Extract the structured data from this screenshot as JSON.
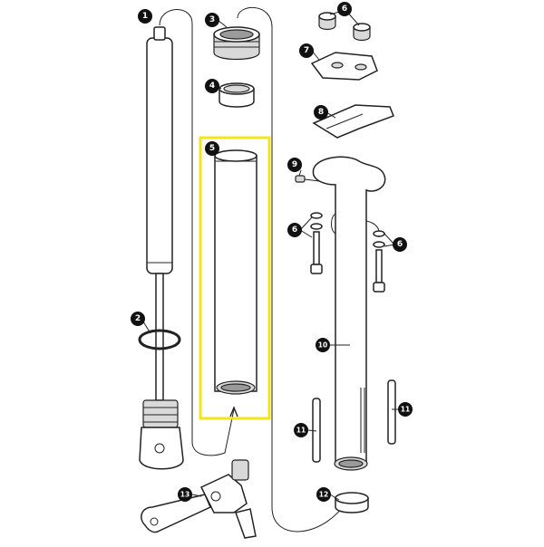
{
  "callouts": [
    {
      "id": "c1",
      "label": "1"
    },
    {
      "id": "c2",
      "label": "2"
    },
    {
      "id": "c3",
      "label": "3"
    },
    {
      "id": "c4",
      "label": "4"
    },
    {
      "id": "c5",
      "label": "5"
    },
    {
      "id": "c6a",
      "label": "6"
    },
    {
      "id": "c6b",
      "label": "6"
    },
    {
      "id": "c6c",
      "label": "6"
    },
    {
      "id": "c7",
      "label": "7"
    },
    {
      "id": "c8",
      "label": "8"
    },
    {
      "id": "c9",
      "label": "9"
    },
    {
      "id": "c10",
      "label": "10"
    },
    {
      "id": "c11a",
      "label": "11"
    },
    {
      "id": "c11b",
      "label": "11"
    },
    {
      "id": "c12",
      "label": "12"
    },
    {
      "id": "c13",
      "label": "13"
    }
  ],
  "colors": {
    "highlight": "#f2e51b",
    "line": "#222222",
    "fill": "#ffffff",
    "badge": "#111111"
  },
  "highlighted_part": "5"
}
